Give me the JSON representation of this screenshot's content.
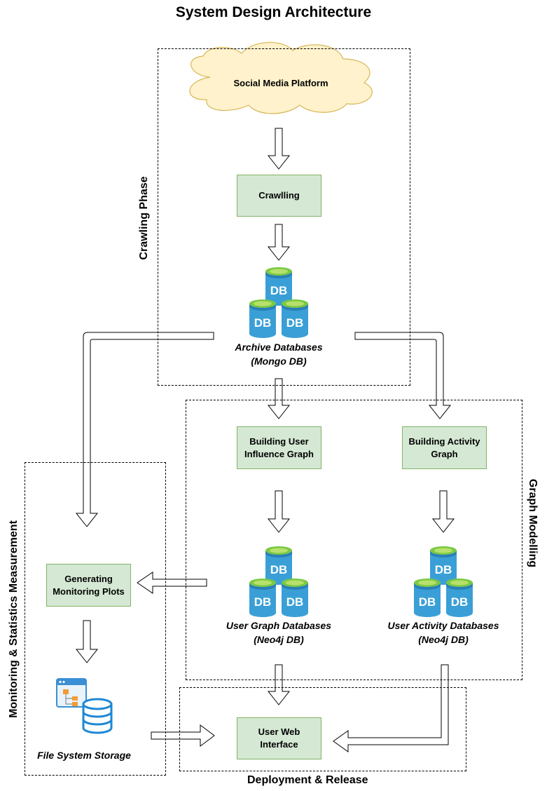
{
  "title": "System Design Architecture",
  "groups": {
    "crawling": "Crawling Phase",
    "graph_modelling": "Graph Modelling",
    "monitoring": "Monitoring & Statistics Measurement",
    "deployment": "Deployment & Release"
  },
  "nodes": {
    "social_media": "Social Media Platform",
    "crawling": "Crawlling",
    "archive_db": {
      "line1": "Archive Databases",
      "line2": "(Mongo DB)"
    },
    "user_influence": "Building User Influence Graph",
    "activity_graph": "Building Activity Graph",
    "user_graph_db": {
      "line1": "User Graph Databases",
      "line2": "(Neo4j DB)"
    },
    "user_activity_db": {
      "line1": "User Activity Databases",
      "line2": "(Neo4j DB)"
    },
    "monitoring_plots": "Generating Monitoring Plots",
    "file_storage": "File System Storage",
    "web_interface": "User Web Interface"
  },
  "db_icon_text": "DB",
  "colors": {
    "box_fill": "#d5e8d4",
    "box_stroke": "#82b366",
    "cloud_fill": "#fff2cc",
    "cloud_stroke": "#d6b656",
    "db_blue": "#3a9fd6",
    "db_top": "#8dc63f"
  },
  "icons": [
    "cloud-shape",
    "database-stack-icon",
    "file-system-storage-icon",
    "hollow-arrow"
  ]
}
